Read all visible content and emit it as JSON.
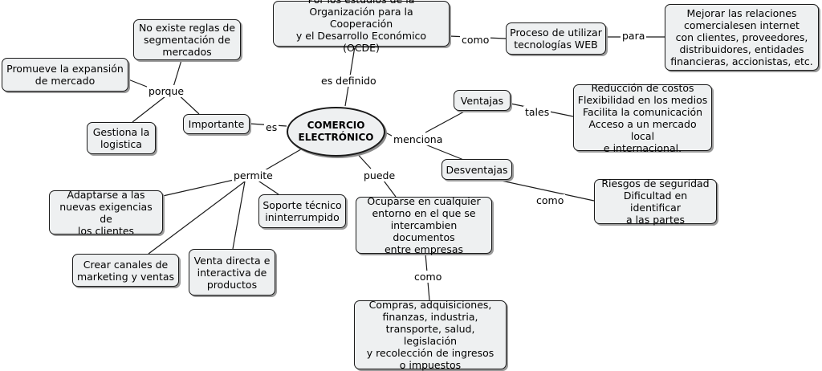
{
  "center": "COMERCIO\nELECTRÓNICO",
  "nodes": {
    "definition": "Por los estudios de la\nOrganización para la Cooperación\ny el Desarrollo Económico (OCDE)",
    "process": "Proceso de utilizar\ntecnologías WEB",
    "improve": "Mejorar las relaciones\ncomercialesen internet\ncon clientes, proveedores,\ndistribuidores, entidades\nfinancieras, accionistas, etc.",
    "no_rules": "No existe reglas de\nsegmentación de\nmercados",
    "promotes": "Promueve la expansión\nde mercado",
    "logistics": "Gestiona la\nlogistica",
    "important": "Importante",
    "advantages": "Ventajas",
    "advantages_list": "Reducción de costos\nFlexibilidad en los medios\nFacilita la comunicación\nAcceso a un mercado local\ne internacional.",
    "disadvantages": "Desventajas",
    "disadvantages_list": "Riesgos de seguridad\nDificultad en identificar\na las partes",
    "adapt": "Adaptarse a las\nnuevas exigencias de\nlos clientes",
    "support": "Soporte técnico\nininterrumpido",
    "channels": "Crear canales de\nmarketing y ventas",
    "direct_sale": "Venta directa e\ninteractiva de\nproductos",
    "occupy": "Ocuparse en cualquier\nentorno en el que se\nintercambien documentos\nentre empresas",
    "purchases": "Compras, adquisiciones,\nfinanzas, industria,\ntransporte, salud, legislación\ny recolección de ingresos\no impuestos"
  },
  "labels": {
    "defined": "es definido",
    "como_top": "como",
    "para": "para",
    "porque": "porque",
    "es": "es",
    "menciona": "menciona",
    "tales": "tales",
    "como_dis": "como",
    "permite": "permite",
    "puede": "puede",
    "como_bottom": "como"
  },
  "colors": {
    "node_fill": "#eef0f1",
    "border": "#1a1a1a",
    "line": "#1a1a1a"
  }
}
